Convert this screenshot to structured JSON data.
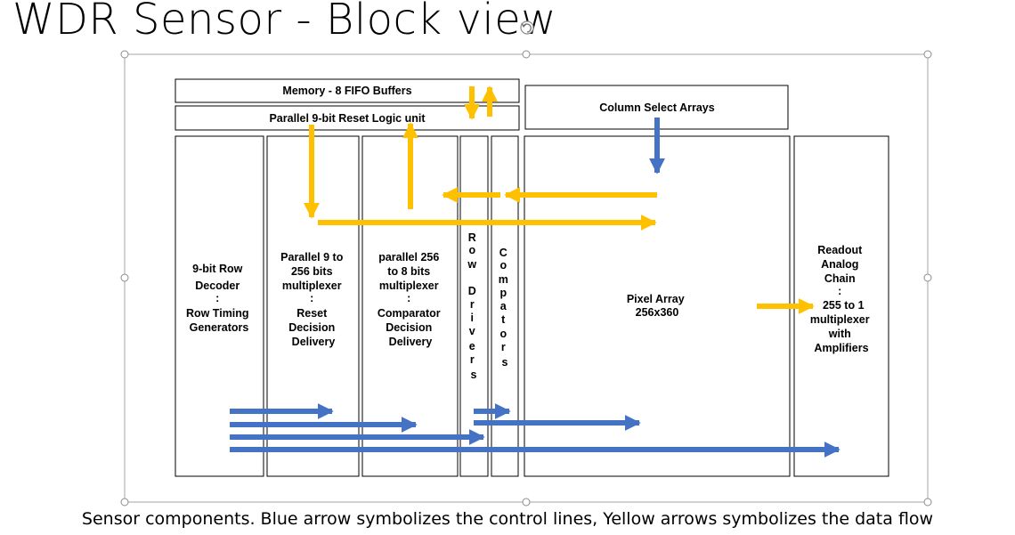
{
  "slide": {
    "title": "WDR Sensor - Block view",
    "caption": "Sensor components. Blue arrow symbolizes the control lines, Yellow arrows symbolizes the data flow"
  },
  "blocks": {
    "memory": {
      "lines": [
        "Memory - 8 FIFO Buffers"
      ]
    },
    "reset_logic": {
      "lines": [
        "Parallel 9-bit Reset Logic unit"
      ]
    },
    "column_select": {
      "lines": [
        "Column Select Arrays"
      ]
    },
    "row_decoder": {
      "lines": [
        "9-bit Row",
        "Decoder",
        ":",
        "Row Timing",
        "Generators"
      ]
    },
    "mux_9_256": {
      "lines": [
        "Parallel 9 to",
        "256 bits",
        "multiplexer",
        ":",
        "Reset",
        "Decision",
        "Delivery"
      ]
    },
    "mux_256_8": {
      "lines": [
        "parallel 256",
        "to 8 bits",
        "multiplexer",
        ":",
        "Comparator",
        "Decision",
        "Delivery"
      ]
    },
    "row_drivers": {
      "lines": [
        "R",
        "o",
        "w",
        "",
        "D",
        "r",
        "i",
        "v",
        "e",
        "r",
        "s"
      ]
    },
    "comparators": {
      "lines": [
        "C",
        "o",
        "m",
        "p",
        "a",
        "t",
        "o",
        "r",
        "s"
      ]
    },
    "pixel_array": {
      "lines": [
        "Pixel Array",
        "256x360"
      ]
    },
    "readout": {
      "lines": [
        "Readout",
        "Analog",
        "Chain",
        ":",
        "255 to 1",
        "multiplexer",
        "with",
        "Amplifiers"
      ]
    }
  },
  "colors": {
    "control_arrow": "#4472C4",
    "data_arrow": "#FFC000",
    "outline": "#000000",
    "selection_frame": "#A6A6A6"
  }
}
